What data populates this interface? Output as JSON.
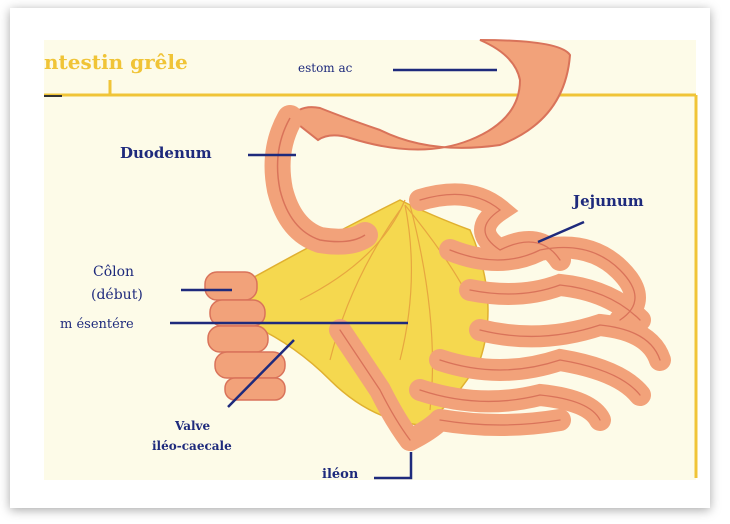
{
  "title": "ntestin grêle",
  "labels": {
    "estomac": "estom ac",
    "duodenum": "Duodenum",
    "jejunum": "Jejunum",
    "colon_line1": "Côlon",
    "colon_line2": "(début)",
    "mesentere": "m ésentére",
    "valve_line1": "Valve",
    "valve_line2": "iléo-caecale",
    "ileon": "iléon"
  },
  "colors": {
    "frame_line": "#f0c437",
    "label_text": "#1e2a7c",
    "intestine": "#f2a27a",
    "intestine_shadow": "#d9735a",
    "mesentery": "#f5d84f",
    "background": "#fdfbe8"
  }
}
